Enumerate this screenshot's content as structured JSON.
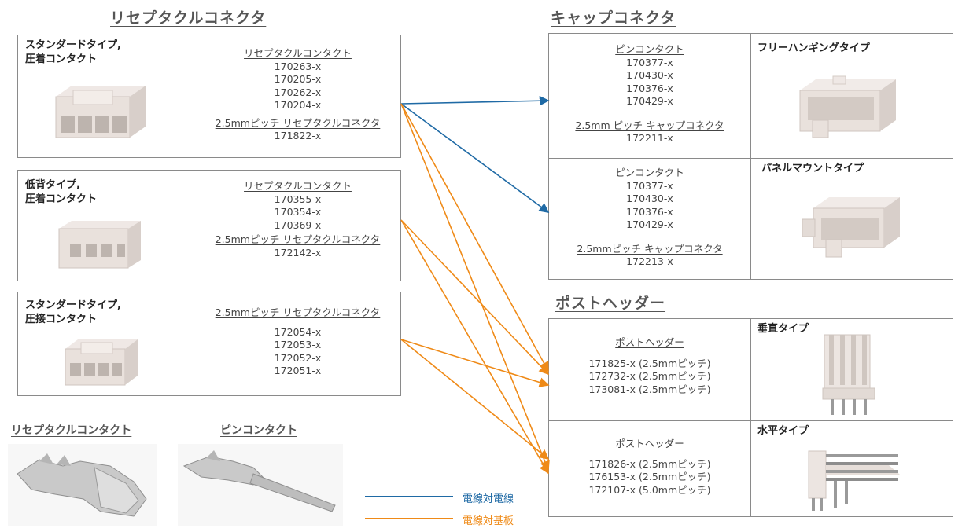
{
  "titles": {
    "receptacle": "リセプタクルコネクタ",
    "cap": "キャップコネクタ",
    "post": "ポストヘッダー"
  },
  "receptacle_boxes": [
    {
      "type_label": [
        "スタンダードタイプ,",
        "圧着コンタクト"
      ],
      "groups": [
        {
          "heading": "リセプタクルコンタクト",
          "parts": [
            "170263-x",
            "170205-x",
            "170262-x",
            "170204-x"
          ]
        },
        {
          "heading": "2.5mmピッチ リセプタクルコネクタ",
          "parts": [
            "171822-x"
          ]
        }
      ]
    },
    {
      "type_label": [
        "低背タイプ,",
        "圧着コンタクト"
      ],
      "groups": [
        {
          "heading": "リセプタクルコンタクト",
          "parts": [
            "170355-x",
            "170354-x",
            "170369-x"
          ]
        },
        {
          "heading": "2.5mmピッチ リセプタクルコネクタ",
          "parts": [
            "172142-x"
          ]
        }
      ]
    },
    {
      "type_label": [
        "スタンダードタイプ,",
        "圧接コンタクト"
      ],
      "groups": [
        {
          "heading": "2.5mmピッチ リセプタクルコネクタ",
          "parts": [
            "172054-x",
            "172053-x",
            "172052-x",
            "172051-x"
          ]
        }
      ]
    }
  ],
  "cap_rows": [
    {
      "type_label": "フリーハンギングタイプ",
      "groups": [
        {
          "heading": "ピンコンタクト",
          "parts": [
            "170377-x",
            "170430-x",
            "170376-x",
            "170429-x"
          ]
        },
        {
          "heading": "2.5mm ピッチ キャップコネクタ",
          "parts": [
            "172211-x"
          ]
        }
      ]
    },
    {
      "type_label": "パネルマウントタイプ",
      "groups": [
        {
          "heading": "ピンコンタクト",
          "parts": [
            "170377-x",
            "170430-x",
            "170376-x",
            "170429-x"
          ]
        },
        {
          "heading": "2.5mmピッチ キャップコネクタ",
          "parts": [
            "172213-x"
          ]
        }
      ]
    }
  ],
  "post_rows": [
    {
      "type_label": "垂直タイプ",
      "heading": "ポストヘッダー",
      "parts": [
        "171825-x (2.5mmピッチ)",
        "172732-x (2.5mmピッチ)",
        "173081-x (2.5mmピッチ)"
      ]
    },
    {
      "type_label": "水平タイプ",
      "heading": "ポストヘッダー",
      "parts": [
        "171826-x (2.5mmピッチ)",
        "176153-x (2.5mmピッチ)",
        "172107-x (5.0mmピッチ)"
      ]
    }
  ],
  "contacts": {
    "receptacle_contact": "リセプタクルコンタクト",
    "pin_contact": "ピンコンタクト"
  },
  "legend": {
    "wire_to_wire": {
      "label": "電線対電線",
      "color": "#1f6aa5"
    },
    "wire_to_board": {
      "label": "電線対基板",
      "color": "#ef8a17"
    }
  }
}
